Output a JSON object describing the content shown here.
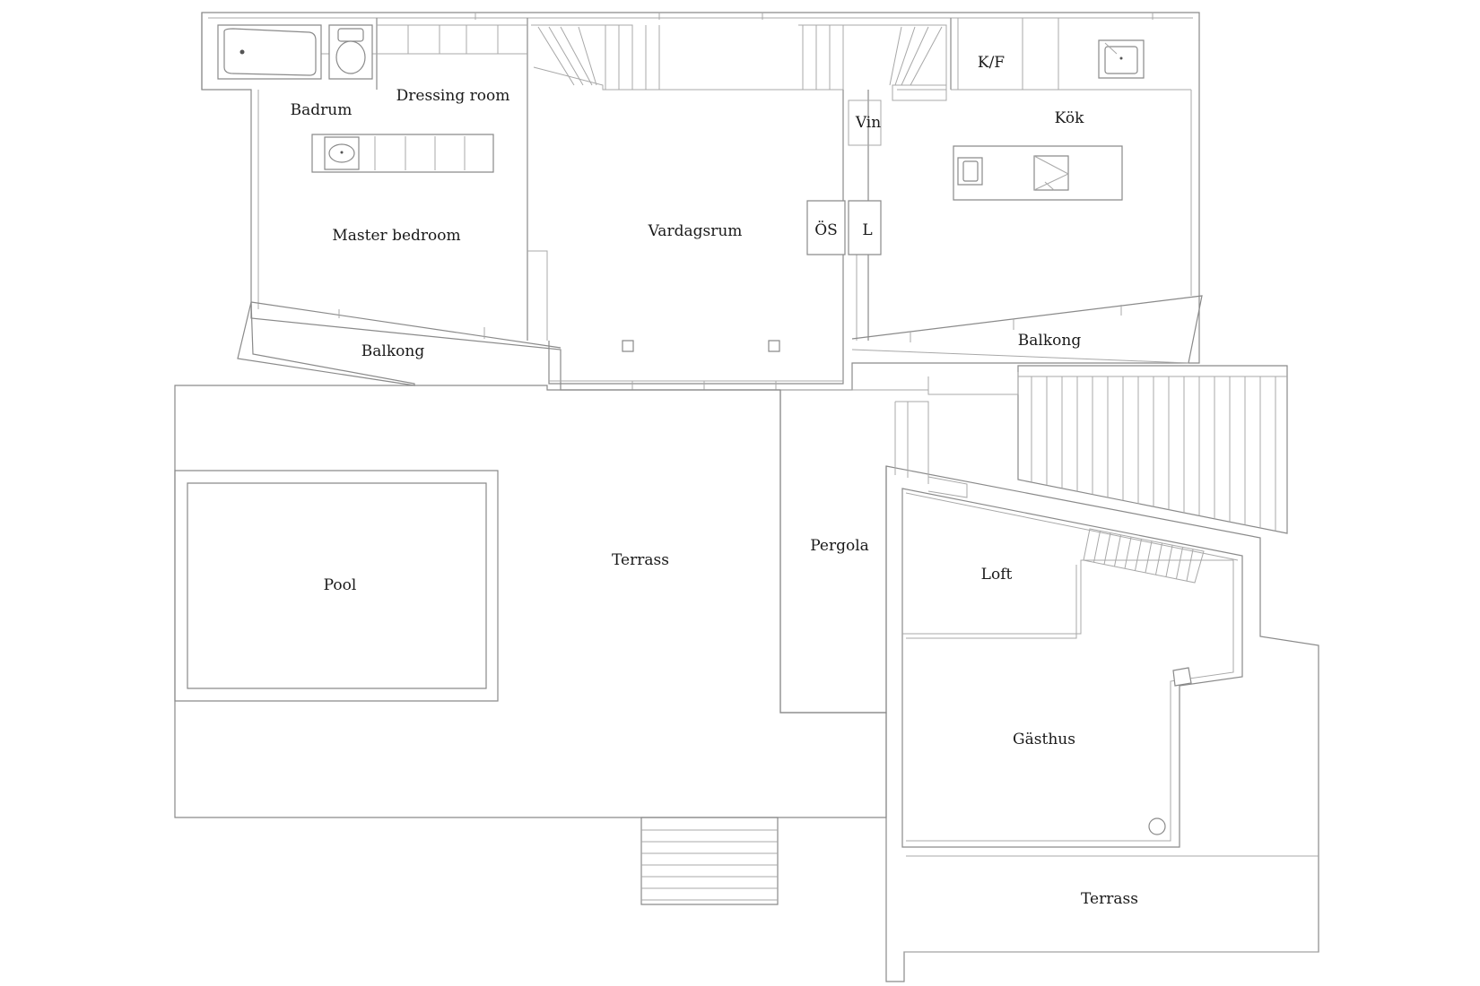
{
  "rooms": {
    "badrum": "Badrum",
    "dressing_room": "Dressing room",
    "master_bedroom": "Master bedroom",
    "balkong_left": "Balkong",
    "vardagsrum": "Vardagsrum",
    "vin": "Vin",
    "os": "ÖS",
    "l": "L",
    "kf": "K/F",
    "kok": "Kök",
    "balkong_right": "Balkong",
    "terrass_main": "Terrass",
    "pool": "Pool",
    "pergola": "Pergola",
    "loft": "Loft",
    "gasthus": "Gästhus",
    "terrass_guest": "Terrass"
  }
}
